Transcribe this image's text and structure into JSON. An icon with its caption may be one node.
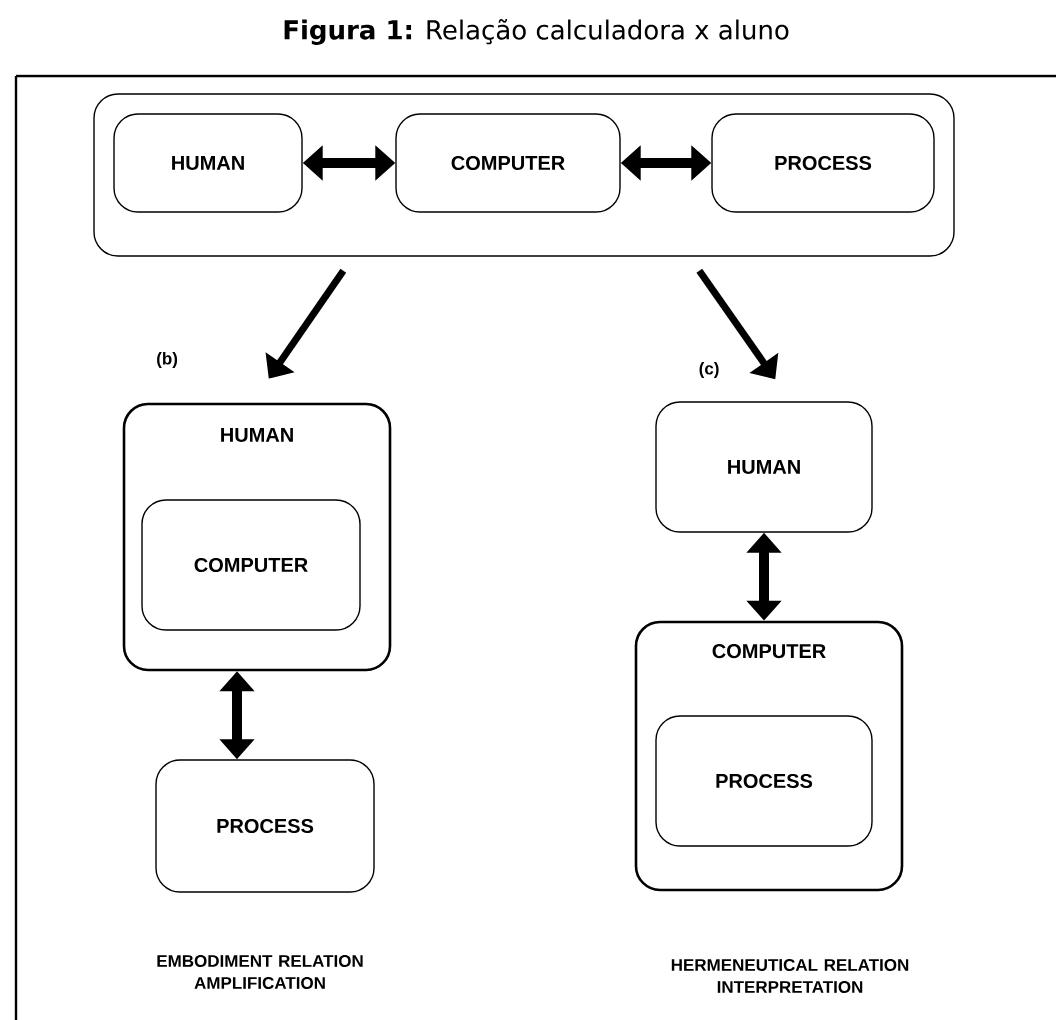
{
  "diagram": {
    "title": "**Figura 1:** Relação calculadora x aluno",
    "nodes": [
      {
        "text": [],
        "shape": "box"
      },
      {
        "text": [
          "HUMAN"
        ],
        "in": 0
      },
      {
        "text": [
          "COMPUTER"
        ],
        "in": 0
      },
      {
        "text": [
          "PROCESS"
        ],
        "in": 0
      },
      {
        "text": [
          "HUMAN"
        ]
      },
      {
        "text": [
          "COMPUTER"
        ],
        "in": 4
      },
      {
        "text": [
          "PROCESS"
        ]
      },
      {
        "text": [
          "HUMAN"
        ]
      },
      {
        "text": [
          "COMPUTER"
        ]
      },
      {
        "text": [
          "PROCESS"
        ],
        "in": 8
      }
    ],
    "edges": [
      {
        "from": 1,
        "to": 2,
        "arrow": "both"
      },
      {
        "from": 2,
        "to": 3,
        "arrow": "both"
      },
      {
        "from": 0,
        "to": 4,
        "arrow": "to"
      },
      {
        "from": 0,
        "to": 7,
        "arrow": "to"
      },
      {
        "from": 4,
        "to": 6,
        "arrow": "both"
      },
      {
        "from": 7,
        "to": 8,
        "arrow": "both"
      }
    ],
    "labels": [
      "(b)",
      "(c)",
      "EMBODIMENT RELATION AMPLIFICATION",
      "HERMENEUTICAL RELATION INTERPRETATION"
    ]
  }
}
